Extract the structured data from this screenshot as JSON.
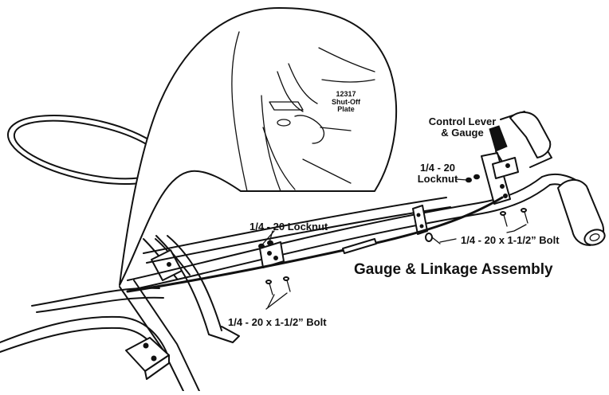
{
  "labels": {
    "part_number": "12317",
    "shutoff_plate": "Shut-Off\nPlate",
    "control_lever": "Control Lever\n& Gauge",
    "locknut_right": "1/4 - 20\nLocknut",
    "locknut_left": "1/4 - 20 Locknut",
    "bolt_right": "1/4 - 20 x 1-1/2” Bolt",
    "bolt_bottom": "1/4 - 20 x 1-1/2” Bolt",
    "assembly_title": "Gauge & Linkage Assembly"
  }
}
